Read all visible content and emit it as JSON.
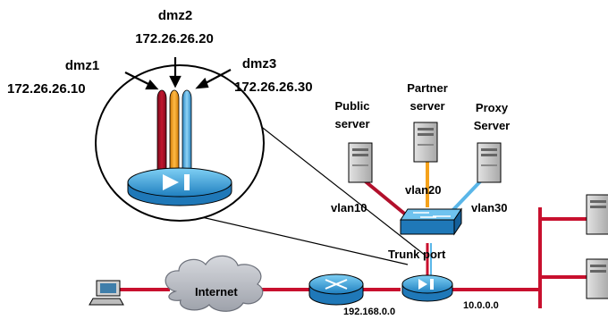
{
  "dmz_labels": [
    {
      "name": "dmz1",
      "ip": "172.26.26.10"
    },
    {
      "name": "dmz2",
      "ip": "172.26.26.20"
    },
    {
      "name": "dmz3",
      "ip": "172.26.26.30"
    }
  ],
  "servers": {
    "public": {
      "line1": "Public",
      "line2": "server"
    },
    "partner": {
      "line1": "Partner",
      "line2": "server"
    },
    "proxy": {
      "line1": "Proxy",
      "line2": "Server"
    }
  },
  "vlans": {
    "v10": "vlan10",
    "v20": "vlan20",
    "v30": "vlan30"
  },
  "trunk_port": "Trunk port",
  "internet": "Internet",
  "networks": {
    "outside": "192.168.0.0",
    "inside": "10.0.0.0"
  },
  "colors": {
    "link_red": "#c8102e",
    "vlan_red": "#b2102c",
    "vlan_orange": "#f5a21b",
    "vlan_blue": "#5ab6e8",
    "device_blue": "#3d9fd8",
    "cloud_gray": "#b9bcc4",
    "server_gray": "#c9c9c9"
  }
}
